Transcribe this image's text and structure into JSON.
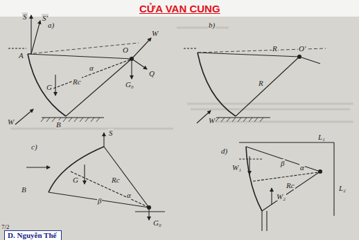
{
  "diagram": {
    "title": "CỬA VAN CUNG",
    "nodes": [
      {
        "text": [
          "D. Nguyễn Thế"
        ]
      }
    ],
    "labels": [
      "a)",
      "S",
      "S'",
      "A",
      "Rc",
      "α",
      "O",
      "W",
      "Q",
      "G₀",
      "G",
      "B",
      "W",
      "b)",
      "R",
      "O'",
      "R",
      "W",
      "c)",
      "S",
      "B",
      "G",
      "Rc",
      "α",
      "β",
      "G₀",
      "d)",
      "L₁",
      "L₂",
      "W₁",
      "W₂",
      "β",
      "α",
      "Rc",
      "7/2"
    ]
  }
}
